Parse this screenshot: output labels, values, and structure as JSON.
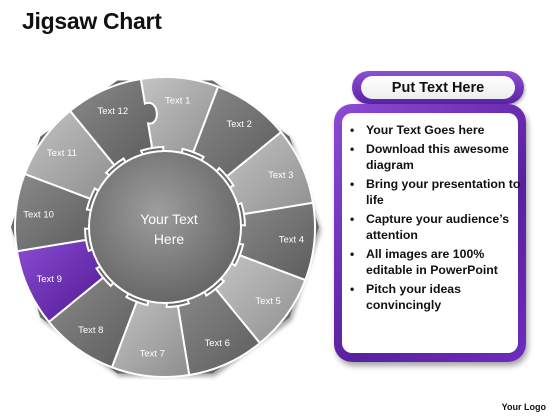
{
  "title": "Jigsaw Chart",
  "diagram": {
    "center_line1": "Your Text",
    "center_line2": "Here",
    "pieces": [
      {
        "label": "Text 1",
        "highlight": false
      },
      {
        "label": "Text 2",
        "highlight": false
      },
      {
        "label": "Text 3",
        "highlight": false
      },
      {
        "label": "Text 4",
        "highlight": false
      },
      {
        "label": "Text 5",
        "highlight": false
      },
      {
        "label": "Text 6",
        "highlight": false
      },
      {
        "label": "Text 7",
        "highlight": false
      },
      {
        "label": "Text 8",
        "highlight": false
      },
      {
        "label": "Text 9",
        "highlight": true
      },
      {
        "label": "Text 10",
        "highlight": false
      },
      {
        "label": "Text 11",
        "highlight": false
      },
      {
        "label": "Text 12",
        "highlight": false
      }
    ],
    "colors": {
      "piece_light": "#a9a9a9",
      "piece_dark": "#767676",
      "highlight": "#6a2ab3",
      "center": "#7a7a7a"
    }
  },
  "panel": {
    "header": "Put Text Here",
    "bullets": [
      "Your Text Goes here",
      "Download this awesome diagram",
      "Bring your presentation to life",
      "Capture your audience’s attention",
      "All images are 100% editable in PowerPoint",
      "Pitch your ideas convincingly"
    ]
  },
  "footer": {
    "logo": "Your Logo"
  }
}
